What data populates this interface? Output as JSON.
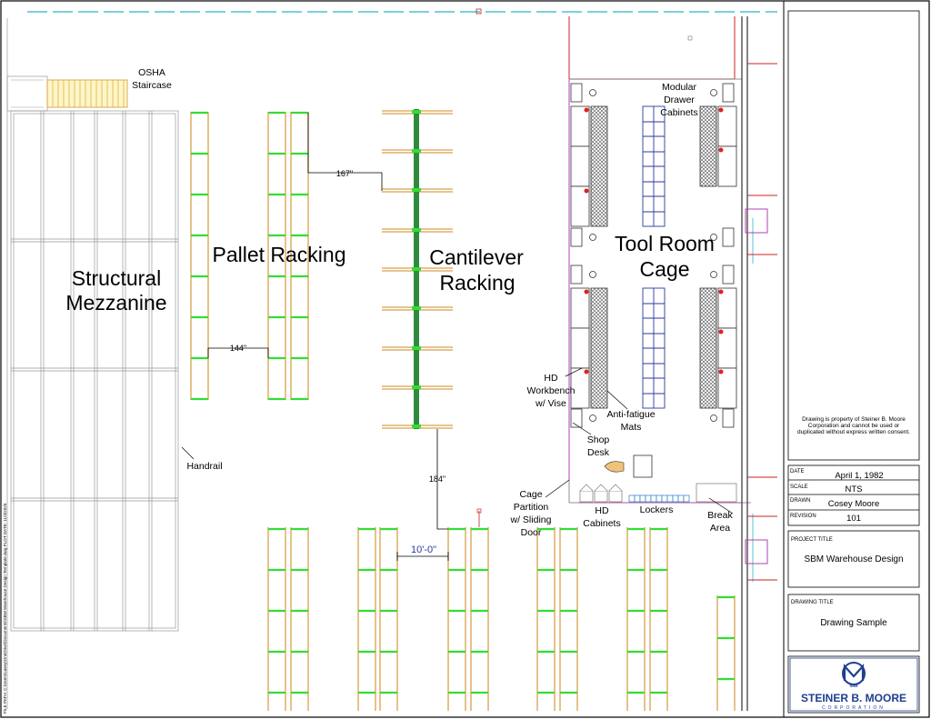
{
  "drawing": {
    "areas": {
      "mezzanine": [
        "Structural",
        "Mezzanine"
      ],
      "pallet": "Pallet Racking",
      "cantilever": [
        "Cantilever",
        "Racking"
      ],
      "toolroom": [
        "Tool Room",
        "Cage"
      ]
    },
    "callouts": {
      "osha": [
        "OSHA",
        "Staircase"
      ],
      "handrail": "Handrail",
      "drawer": [
        "Modular",
        "Drawer",
        "Cabinets"
      ],
      "workbench": [
        "HD",
        "Workbench",
        "w/ Vise"
      ],
      "mats": [
        "Anti-fatigue",
        "Mats"
      ],
      "shopdesk": [
        "Shop",
        "Desk"
      ],
      "partition": [
        "Cage",
        "Partition",
        "w/ Sliding",
        "Door"
      ],
      "hdcab": [
        "HD",
        "Cabinets"
      ],
      "lockers": "Lockers",
      "break": [
        "Break",
        "Area"
      ]
    },
    "dimensions": {
      "d167": "167\"",
      "d144": "144\"",
      "d184": "184\"",
      "d10": "10'-0\""
    },
    "file_path": "FILE PATH: C:\\Users\\casey\\OneDrive\\Documents\\SBM Warehouse Design Template.dwg   PLOT DATE: 11/3/2025"
  },
  "title_block": {
    "note": [
      "Drawing is property of Steiner B. Moore",
      "Corporation and cannot be used or",
      "duplicated without express written consent."
    ],
    "date_label": "DATE",
    "date_value": "April 1, 1982",
    "scale_label": "SCALE",
    "scale_value": "NTS",
    "drawn_label": "DRAWN",
    "drawn_value": "Cosey Moore",
    "revision_label": "REVISION",
    "revision_value": "101",
    "project_label": "PROJECT TITLE",
    "project_value": "SBM Warehouse Design",
    "drawing_label": "DRAWING TITLE",
    "drawing_value": "Drawing Sample",
    "logo_name": "STEINER B. MOORE",
    "logo_sub": "CORPORATION",
    "logo_monogram": "SBM"
  },
  "colors": {
    "rack_upright": "#d9a14a",
    "rack_beam": "#33dd33",
    "cantilever_column": "#2e8b3e",
    "cabinet_blue": "#2a3a9a",
    "wall_red": "#cc2222",
    "wall_cyan": "#2bb5c9",
    "partition_magenta": "#b040b0",
    "logo_blue": "#1f3f8f"
  }
}
